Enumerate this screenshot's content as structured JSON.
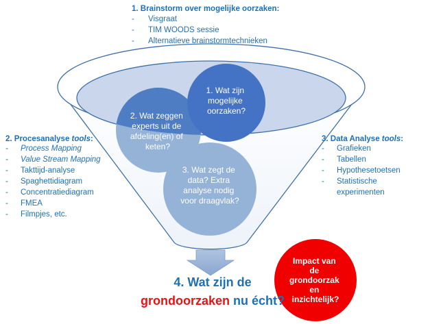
{
  "brainstorm": {
    "title": "1. Brainstorm over mogelijke oorzaken:",
    "items": [
      "Visgraat",
      "TIM WOODS sessie",
      "Alternatieve brainstormtechnieken"
    ]
  },
  "proces": {
    "title_prefix": "2. Procesanalyse ",
    "title_em": "tools",
    "title_suffix": ":",
    "items": [
      "Process Mapping",
      "Value Stream Mapping",
      "Takttijd-analyse",
      "Spaghettidiagram",
      "Concentratiediagram",
      "FMEA",
      "Filmpjes, etc."
    ]
  },
  "data_analyse": {
    "title_prefix": "3. Data Analyse ",
    "title_em": "tools",
    "title_suffix": ":",
    "items": [
      "Grafieken",
      "Tabellen",
      "Hypothesetoetsen",
      "Statistische",
      "experimenten"
    ]
  },
  "circles": {
    "c1": [
      "1. Wat zijn",
      "mogelijke",
      "oorzaken?"
    ],
    "c2": [
      "2. Wat zeggen",
      "experts uit de",
      "afdeling(en) of",
      "keten?"
    ],
    "c3": [
      "3. Wat zegt de",
      "data?  Extra",
      "analyse nodig",
      "voor draagvlak?"
    ]
  },
  "result": {
    "line1": "4. Wat zijn de",
    "red": "grondoorzaken",
    "rest": " nu écht?"
  },
  "impact": [
    "Impact van",
    "de",
    "grondoorzak",
    "en",
    "inzichtelijk?"
  ],
  "colors": {
    "text_blue": "#1F6FB5",
    "funnel_stroke": "#3D6FA8",
    "circle_dark": "#4472C4",
    "circle_light": "#95B3D7",
    "arrow": "#9DB5D6",
    "impact_red": "#F00000"
  }
}
